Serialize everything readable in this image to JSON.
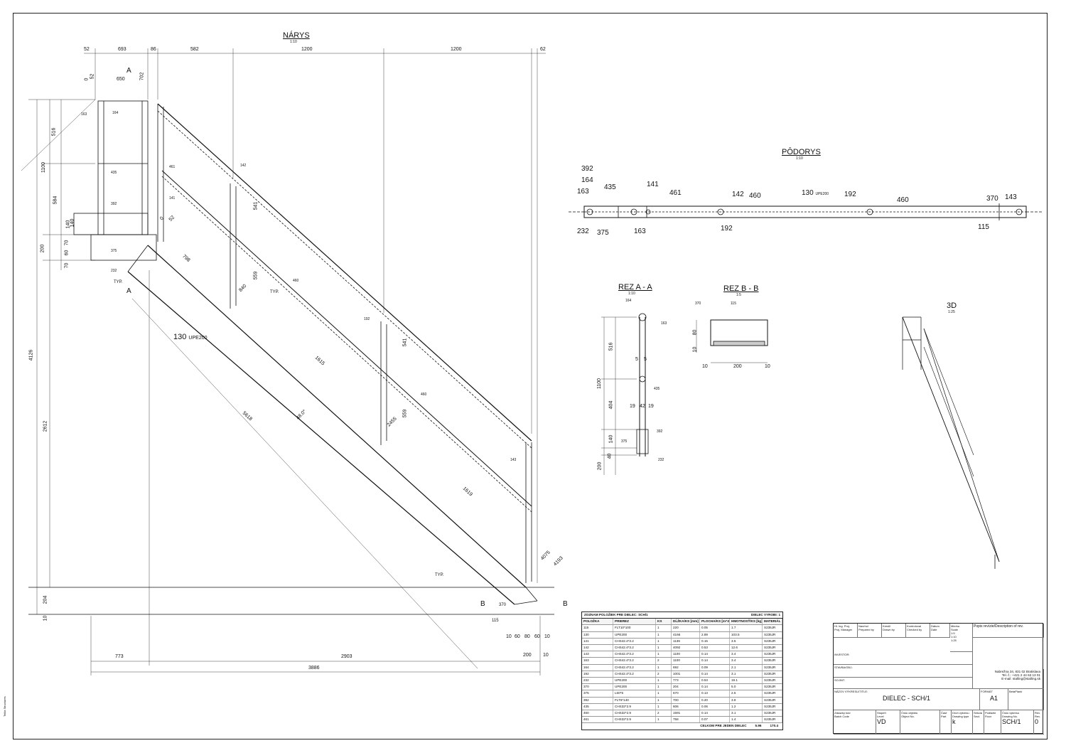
{
  "views": {
    "narys": {
      "title": "NÁRYS",
      "scale": "1:10"
    },
    "podorys": {
      "title": "PÔDORYS",
      "scale": "1:10"
    },
    "rez_aa": {
      "title": "REZ A - A",
      "scale": "1:10"
    },
    "rez_bb": {
      "title": "REZ B - B",
      "scale": "1:5"
    },
    "view_3d": {
      "title": "3D",
      "scale": "1:25"
    }
  },
  "narys_dims": {
    "top": [
      "52",
      "693",
      "86",
      "582",
      "1200",
      "1200",
      "62"
    ],
    "left_vertical": [
      "516",
      "1100",
      "584",
      "200",
      "70",
      "60",
      "70",
      "140",
      "4126",
      "2612",
      "204",
      "10"
    ],
    "top_small": [
      "0",
      "52",
      "650",
      "702"
    ],
    "bottom": [
      "773",
      "2903",
      "3886",
      "200",
      "10",
      "10",
      "60",
      "80",
      "60",
      "10"
    ],
    "mid": [
      "541",
      "559",
      "541",
      "559",
      "798",
      "1615",
      "1619",
      "5618",
      "48.0°",
      "2455",
      "840",
      "4075",
      "4193",
      "0",
      "52",
      "140"
    ],
    "part_labels": [
      "164",
      "163",
      "435",
      "392",
      "375",
      "232",
      "461",
      "141",
      "142",
      "460",
      "192",
      "460",
      "143",
      "370",
      "115"
    ],
    "section_marks": [
      "A",
      "A",
      "B",
      "B"
    ],
    "beam_label": "130",
    "beam_profile": "UPE200",
    "typ": "TYP."
  },
  "podorys_labels": {
    "left_stack": [
      "392",
      "164",
      "163"
    ],
    "top": [
      "435",
      "141",
      "461",
      "142",
      "460",
      "130",
      "192",
      "460",
      "370",
      "143"
    ],
    "beam_profile": "UPE200",
    "bottom": [
      "232",
      "375",
      "163",
      "192",
      "115"
    ]
  },
  "rez_aa_dims": {
    "left": [
      "516",
      "1100",
      "404",
      "140",
      "40",
      "200"
    ],
    "labels": [
      "164",
      "163",
      "5",
      "5",
      "435",
      "19",
      "42",
      "19",
      "392",
      "375",
      "232"
    ]
  },
  "rez_bb_dims": {
    "labels": [
      "370",
      "115"
    ],
    "left": [
      "80",
      "10"
    ],
    "bottom": [
      "10",
      "200",
      "10"
    ]
  },
  "parts_list": {
    "header_left": "ZOZNAM POLOŽIEK PRE DIELEC",
    "dielec": "SCH/1",
    "header_mid": "DIELEC VYROBI",
    "header_qty": "1",
    "columns": [
      "POLOŽKA",
      "PRIEREZ",
      "KS",
      "DĹŽKA/KS [mm]",
      "PLOCHA/KS [m^2]",
      "HMOTNOSŤ/KS [kg]",
      "MATERIÁL"
    ],
    "rows": [
      [
        "115",
        "FLT10*100",
        "1",
        "220",
        "0.05",
        "1.7",
        "S235JR"
      ],
      [
        "130",
        "UPE200",
        "1",
        "4166",
        "2.89",
        "103.5",
        "S235JR"
      ],
      [
        "141",
        "CHS42.4*3.2",
        "1",
        "1136",
        "0.15",
        "3.5",
        "S235JR"
      ],
      [
        "142",
        "CHS42.4*3.2",
        "1",
        "4092",
        "0.53",
        "12.6",
        "S235JR"
      ],
      [
        "143",
        "CHS42.4*3.2",
        "1",
        "1100",
        "0.14",
        "3.4",
        "S235JR"
      ],
      [
        "163",
        "CHS42.4*3.2",
        "2",
        "1100",
        "0.14",
        "3.4",
        "S235JR"
      ],
      [
        "164",
        "CHS42.4*3.2",
        "1",
        "692",
        "0.09",
        "2.1",
        "S235JR"
      ],
      [
        "192",
        "CHS42.4*3.2",
        "2",
        "1001",
        "0.14",
        "3.1",
        "S235JR"
      ],
      [
        "232",
        "UPE200",
        "1",
        "773",
        "0.53",
        "19.1",
        "S235JR"
      ],
      [
        "370",
        "UPE200",
        "1",
        "204",
        "0.14",
        "5.0",
        "S235JR"
      ],
      [
        "375",
        "L50*5",
        "1",
        "670",
        "0.13",
        "2.5",
        "S235JR"
      ],
      [
        "392",
        "FLT6*140",
        "1",
        "700",
        "0.20",
        "3.8",
        "S235JR"
      ],
      [
        "435",
        "CHS32*2.9",
        "1",
        "606",
        "0.06",
        "1.2",
        "S235JR"
      ],
      [
        "460",
        "CHS32*2.9",
        "2",
        "1591",
        "0.14",
        "3.1",
        "S235JR"
      ],
      [
        "461",
        "CHS32*2.9",
        "1",
        "758",
        "0.07",
        "1.4",
        "S235JR"
      ]
    ],
    "total_label": "CELKOM PRE JEDEN DIELEC",
    "total_area": "5.96",
    "total_mass": "170.4"
  },
  "title_block": {
    "hl_ing": "Hl. Ing. Proj.",
    "hl_ing_en": "Proj. Manager",
    "vypracoval": "Navrhol",
    "vypracoval_en": "Prepared by",
    "kreslil": "Kreslil",
    "kreslil_en": "Drawn by",
    "kontroloval": "Kontroloval",
    "kontroloval_en": "Checked by",
    "datum": "Dátum",
    "datum_en": "Date",
    "mierka": "Mierka",
    "mierka_en": "Scale",
    "scales": [
      "1:5",
      "1:10",
      "1:25"
    ],
    "revision": "Popis revízie/Description of rev.",
    "investor": "INVESTOR:",
    "stavba": "STAVBA/OBJ.:",
    "sojnt": "SOJINT:",
    "company_addr": "Nabrežna 34, 831 02 Bratislava",
    "company_tel": "Tel. č.: +421 2 44 63 13 01",
    "company_mail": "E-mail: stalling@stalling.sk",
    "nazov": "NÁZOV VÝKRESU/TITLE:",
    "nazov_value": "DIELEC - SCH/1",
    "format_label": "FORMÁT",
    "format_value": "A1",
    "datafield": "BetaPlank",
    "z_kod": "Zákazky kód",
    "z_kod_en": "Batch Code",
    "stupen": "Stupeň",
    "stupen_en": "Level",
    "cislo_obj": "Číslo objektu",
    "cislo_obj_en": "Object No.",
    "cast": "Časť",
    "cast_en": "Part",
    "druh": "Druh výkresu",
    "druh_en": "Drawing type",
    "sekcia": "Sekcia",
    "sekcia_en": "Sect.",
    "podlazie": "Podlažie",
    "podlazie_en": "Floor",
    "cislo_vyk": "Číslo výkresu",
    "cislo_vyk_en": "Drawing No.",
    "rev": "Rev.",
    "rev_en": "Rev.",
    "stupen_value": "VD",
    "druh_value": "k",
    "cislo_vyk_value": "SCH/1",
    "rev_value": "0"
  },
  "side_note": "Tekla Structures"
}
